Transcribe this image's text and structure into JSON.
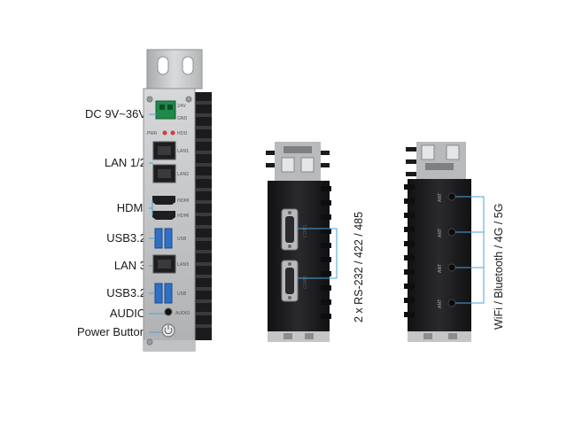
{
  "front_panel": {
    "callouts": [
      {
        "id": "dc",
        "label": "DC 9V~36V"
      },
      {
        "id": "lan12",
        "label": "LAN 1/2"
      },
      {
        "id": "hdmi",
        "label": "HDMI"
      },
      {
        "id": "usb-top",
        "label": "USB3.2"
      },
      {
        "id": "lan3",
        "label": "LAN 3"
      },
      {
        "id": "usb-bottom",
        "label": "USB3.2"
      },
      {
        "id": "audio",
        "label": "AUDIO"
      },
      {
        "id": "power",
        "label": "Power Button"
      }
    ],
    "port_text": {
      "v24": "24V",
      "gnd": "GND",
      "pwr": "PWR",
      "hdd": "HDD",
      "lan1": "LAN1",
      "lan2": "LAN2",
      "hdmi1": "HDMI",
      "hdmi2": "HDMI",
      "usb1": "USB",
      "lan3": "LAN3",
      "usb2": "USB",
      "audio": "AUDIO"
    }
  },
  "serial_panel": {
    "label": "2 x RS-232 / 422 / 485",
    "port_text": {
      "com1": "COM1",
      "com2": "COM2"
    }
  },
  "antenna_panel": {
    "label": "WiFi / Bluetooth / 4G / 5G",
    "port_text": [
      "ANT",
      "ANT",
      "ANT",
      "ANT"
    ]
  },
  "colors": {
    "chassis_silver": "#c9cbcd",
    "heatsink_black": "#1b1b1d",
    "callout_line": "#4aa3d8",
    "usb_blue": "#2f6fc6"
  }
}
